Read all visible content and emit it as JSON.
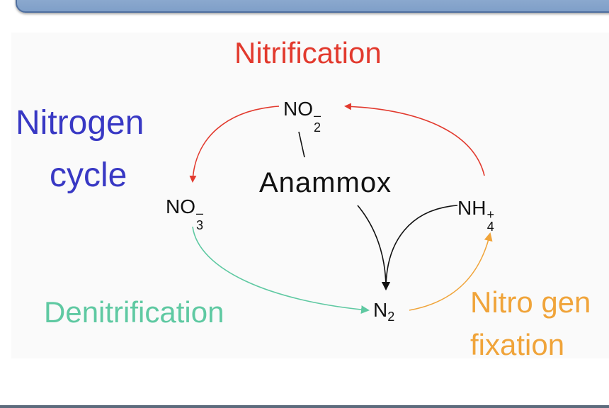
{
  "diagram": {
    "title_line1": "Nitrogen",
    "title_line2": "cycle",
    "processes": {
      "nitrification": "Nitrification",
      "anammox": "Anammox",
      "denitrification": "Denitrification",
      "fixation_line1": "Nitro gen",
      "fixation_line2": "fixation"
    },
    "species": {
      "nitrite": {
        "base": "NO",
        "sup": "–",
        "sub": "2"
      },
      "nitrate": {
        "base": "NO",
        "sup": "–",
        "sub": "3"
      },
      "ammonium": {
        "base": "NH",
        "sup": "+",
        "sub": "4"
      },
      "dinitrogen": {
        "base": "N",
        "sub": "2"
      }
    },
    "colors": {
      "title": "#3838c4",
      "nitrification": "#e23a2e",
      "anammox": "#111111",
      "denitrification": "#5fc9a2",
      "fixation": "#f0a43a"
    }
  }
}
